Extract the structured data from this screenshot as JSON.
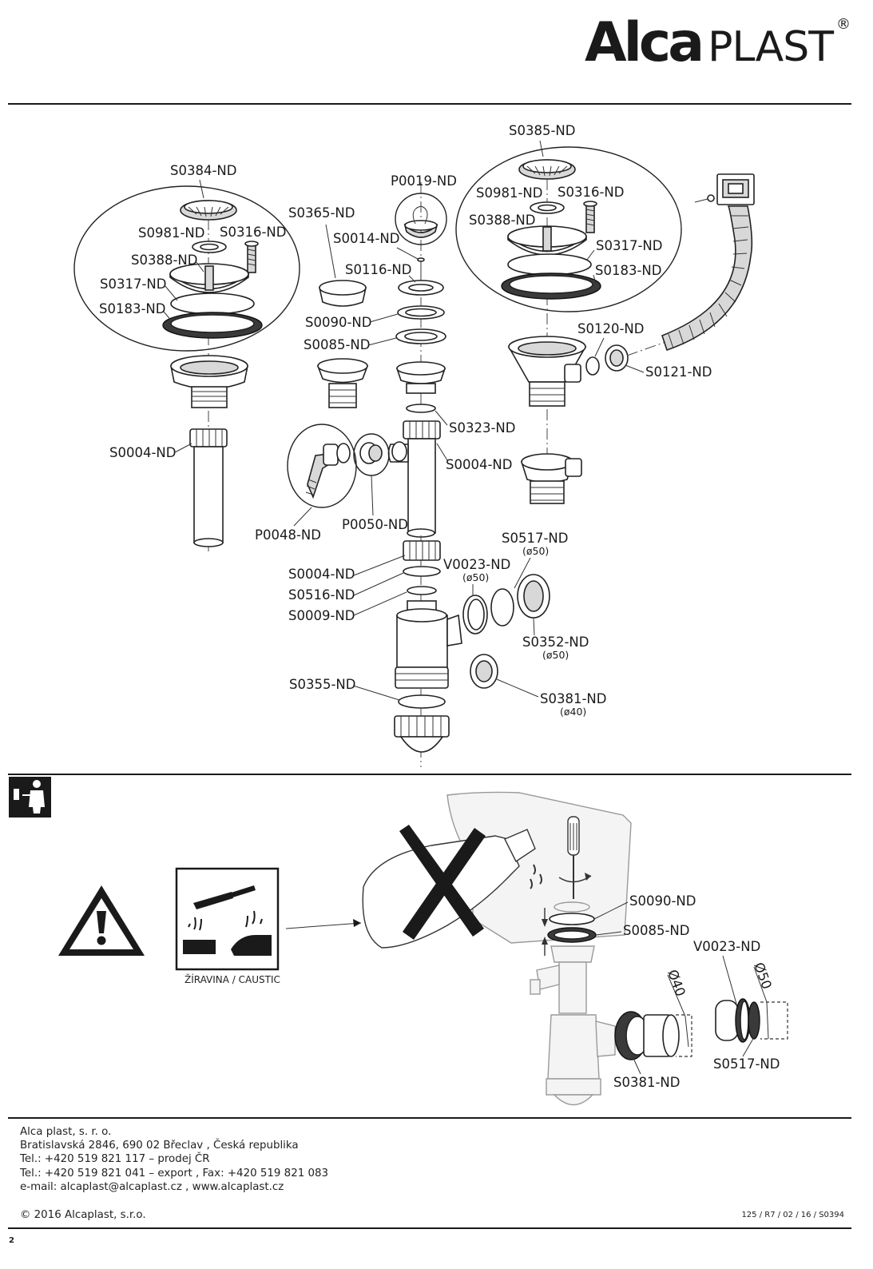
{
  "brand": {
    "name_bold": "Alca",
    "name_regular": "PLAST",
    "registered": "®"
  },
  "labels": {
    "s0384": "S0384-ND",
    "s0981_left": "S0981-ND",
    "s0316_left": "S0316-ND",
    "s0388_left": "S0388-ND",
    "s0317_left": "S0317-ND",
    "s0183_left": "S0183-ND",
    "s0004_left": "S0004-ND",
    "s0365": "S0365-ND",
    "p0019": "P0019-ND",
    "s0014": "S0014-ND",
    "s0116": "S0116-ND",
    "s0090": "S0090-ND",
    "s0085": "S0085-ND",
    "s0385": "S0385-ND",
    "s0981_right": "S0981-ND",
    "s0316_right": "S0316-ND",
    "s0388_right": "S0388-ND",
    "s0317_right": "S0317-ND",
    "s0183_right": "S0183-ND",
    "s0120": "S0120-ND",
    "s0121": "S0121-ND",
    "s0323": "S0323-ND",
    "s0004_mid": "S0004-ND",
    "p0048": "P0048-ND",
    "p0050": "P0050-ND",
    "s0517": "S0517-ND",
    "s0517_dia": "(ø50)",
    "v0023": "V0023-ND",
    "v0023_dia": "(ø50)",
    "s0004_low": "S0004-ND",
    "s0516": "S0516-ND",
    "s0009": "S0009-ND",
    "s0352": "S0352-ND",
    "s0352_dia": "(ø50)",
    "s0355": "S0355-ND",
    "s0381": "S0381-ND",
    "s0381_dia": "(ø40)"
  },
  "install": {
    "caustic_caption": "ŽÍRAVINA / CAUSTIC",
    "s0090": "S0090-ND",
    "s0085": "S0085-ND",
    "v0023": "V0023-ND",
    "dia40": "Ø40",
    "dia50": "Ø50",
    "s0381": "S0381-ND",
    "s0517": "S0517-ND"
  },
  "icons": [
    "installer-icon",
    "warning-triangle-icon",
    "caustic-hazard-icon",
    "no-chemical-bottle-icon",
    "screwdriver-icon"
  ],
  "footer": {
    "company": "Alca plast, s. r. o.",
    "address": "Bratislavská 2846, 690 02 Břeclav , Česká republika",
    "phone_cz": "Tel.: +420 519 821 117 – prodej ČR",
    "phone_export": "Tel.: +420 519 821 041 – export , Fax: +420 519 821 083",
    "contact": "e-mail: alcaplast@alcaplast.cz , www.alcaplast.cz",
    "copyright": "© 2016 Alcaplast, s.r.o.",
    "doc_code": "125 / R7 / 02 / 16 / S0394",
    "page": "2"
  }
}
